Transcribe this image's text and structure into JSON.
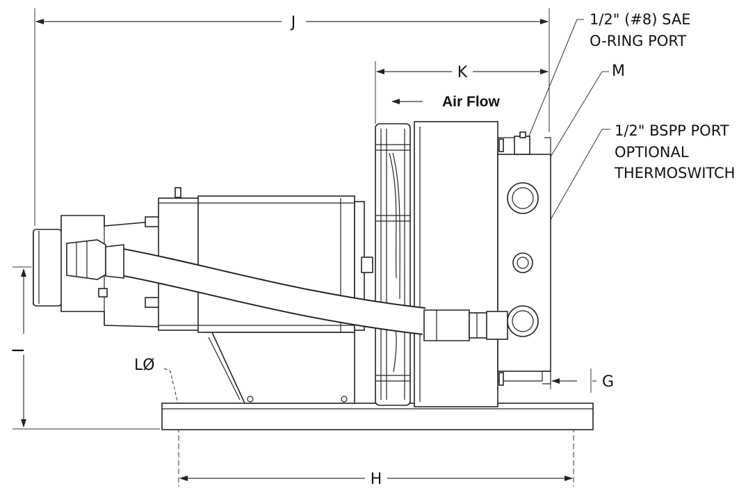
{
  "dimensions": {
    "J": "J",
    "K": "K",
    "M": "M",
    "G": "G",
    "H": "H",
    "I": "I",
    "L": "LØ"
  },
  "callouts": {
    "sae_line1": "1/2\" (#8) SAE",
    "sae_line2": "O-RING PORT",
    "bspp_line1": "1/2\" BSPP PORT",
    "bspp_line2": "OPTIONAL",
    "bspp_line3": "THERMOSWITCH"
  },
  "air_flow": "Air Flow"
}
